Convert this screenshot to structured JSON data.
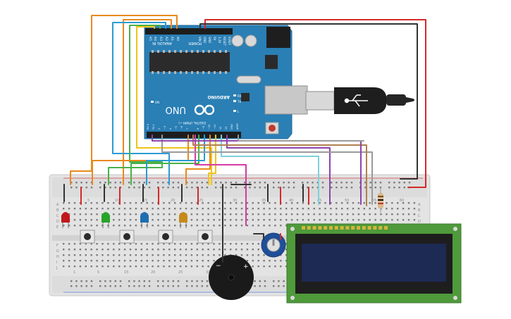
{
  "arduino": {
    "brand": "ARDUINO",
    "model": "UNO",
    "header_analog": "ANALOG IN",
    "header_power": "POWER",
    "header_digital": "DIGITAL (PWM ~)",
    "analog_pins": [
      "A5",
      "A4",
      "A3",
      "A2",
      "A1",
      "A0"
    ],
    "power_pins": [
      "VIN",
      "GND",
      "GND",
      "5V",
      "3.3V",
      "RESET",
      "IOREF"
    ],
    "digital_pins": [
      "RX 0",
      "TX 1",
      "2",
      "~3",
      "4",
      "~5",
      "~6",
      "7",
      "8",
      "~9",
      "~10",
      "~11",
      "12",
      "13",
      "GND",
      "AREF"
    ],
    "led_on": "ON",
    "led_tx": "TX",
    "led_rx": "RX",
    "led_l": "L"
  },
  "breadboard": {
    "row_letters_top": [
      "A",
      "B",
      "C",
      "D",
      "E"
    ],
    "row_letters_bottom": [
      "F",
      "G",
      "H",
      "I",
      "J"
    ],
    "column_numbers": [
      "1",
      "5",
      "10",
      "15",
      "20",
      "25",
      "30",
      "35",
      "40",
      "45",
      "50",
      "55",
      "60"
    ]
  },
  "buzzer": {
    "minus": "−",
    "plus": "+"
  },
  "colors": {
    "arduino_board": "#2a7fb5",
    "breadboard": "#e3e3e3",
    "lcd_pcb": "#4f9a3b",
    "lcd_screen": "#1d2a54",
    "wire_red": "#d42a2a",
    "wire_black": "#333333",
    "wire_orange": "#e8891e",
    "wire_blue": "#2a9bd6",
    "wire_green": "#49b14a",
    "wire_yellow": "#f0c419",
    "wire_purple": "#8e44ad",
    "wire_brown": "#b08050",
    "wire_magenta": "#d63aa6",
    "wire_cyan": "#7fd0d8",
    "led_red": "#c0181c",
    "led_green": "#28a428",
    "led_blue": "#1d6fb0",
    "led_yellow": "#c58a1a"
  }
}
